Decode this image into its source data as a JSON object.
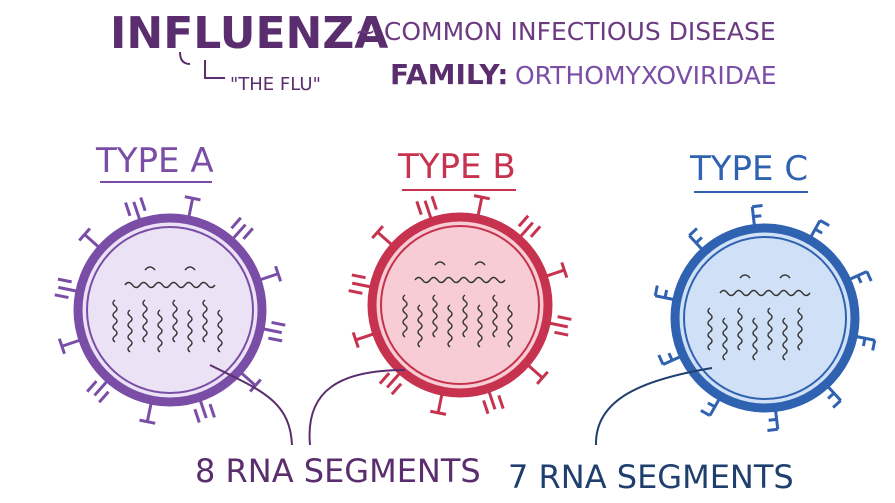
{
  "title": {
    "main": "INFLUENZA",
    "tilde_desc": "~ COMMON INFECTIOUS DISEASE",
    "nickname": "\"THE FLU\"",
    "family": "FAMILY:",
    "family_name": "ORTHOMYXOVIRIDAE"
  },
  "types": [
    {
      "label": "TYPE A",
      "color": "#7a4ea6",
      "fill": "#ece2f5",
      "spike_icon": "H-and-N-spikes"
    },
    {
      "label": "TYPE B",
      "color": "#c7334f",
      "fill": "#f7ccd5",
      "spike_icon": "H-and-N-spikes"
    },
    {
      "label": "TYPE C",
      "color": "#2f62b0",
      "fill": "#cfe0f7",
      "spike_icon": "E-spikes"
    }
  ],
  "segments": {
    "ab": "8 RNA SEGMENTS",
    "c": "7 RNA SEGMENTS"
  },
  "colors": {
    "title": "#5a2d6e",
    "segments_text": "#1f3f6e"
  }
}
